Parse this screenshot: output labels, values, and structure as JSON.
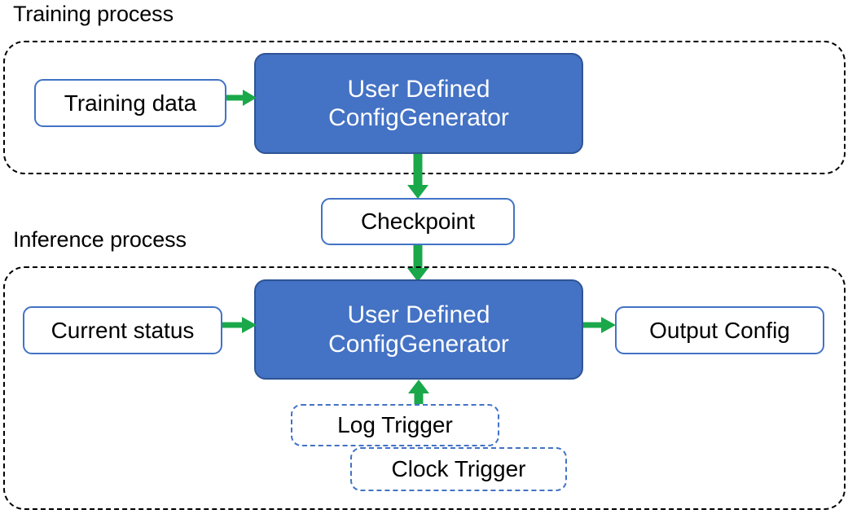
{
  "diagram": {
    "title": "Training process / Inference process pipeline",
    "colors": {
      "primary_fill": "#4472C4",
      "primary_stroke": "#2E5496",
      "plain_stroke": "#4273C5",
      "trigger_stroke": "#4273C5",
      "arrow": "#1AA84A",
      "container_stroke": "#000000",
      "text_dark": "#000000",
      "text_light": "#FFFFFF",
      "background": "#FFFFFF"
    }
  },
  "sections": {
    "training": {
      "label": "Training process",
      "nodes": {
        "training_data": "Training data",
        "generator": "User Defined\nConfigGenerator",
        "generator_line1": "User Defined",
        "generator_line2": "ConfigGenerator"
      }
    },
    "inference": {
      "label": "Inference process",
      "nodes": {
        "current_status": "Current status",
        "generator_line1": "User Defined",
        "generator_line2": "ConfigGenerator",
        "output_config": "Output Config",
        "log_trigger": "Log Trigger",
        "clock_trigger": "Clock Trigger"
      }
    }
  },
  "shared": {
    "checkpoint": "Checkpoint"
  },
  "arrows": [
    {
      "name": "training-data-to-generator",
      "from": "Training data",
      "to": "User Defined ConfigGenerator",
      "direction": "right"
    },
    {
      "name": "generator-to-checkpoint",
      "from": "User Defined ConfigGenerator",
      "to": "Checkpoint",
      "direction": "down"
    },
    {
      "name": "checkpoint-to-generator",
      "from": "Checkpoint",
      "to": "User Defined ConfigGenerator",
      "direction": "down"
    },
    {
      "name": "current-status-to-generator",
      "from": "Current status",
      "to": "User Defined ConfigGenerator",
      "direction": "right"
    },
    {
      "name": "generator-to-output-config",
      "from": "User Defined ConfigGenerator",
      "to": "Output Config",
      "direction": "right"
    },
    {
      "name": "triggers-to-generator",
      "from": "Log Trigger / Clock Trigger",
      "to": "User Defined ConfigGenerator",
      "direction": "up"
    }
  ]
}
